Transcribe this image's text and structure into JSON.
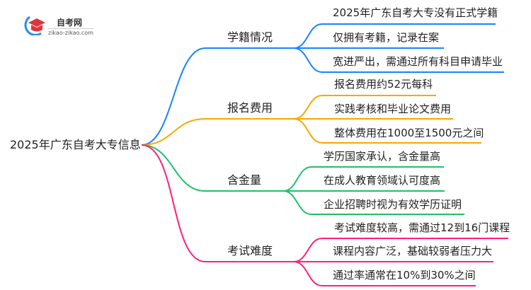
{
  "logo": {
    "name": "自考网",
    "url": "zikao-zikao.com"
  },
  "root": "2025年广东自考大专信息",
  "branches": [
    {
      "label": "学籍情况",
      "color": "#1a82ff",
      "leaves": [
        "2025年广东自考大专没有正式学籍",
        "仅拥有考籍，记录在案",
        "宽进严出，需通过所有科目申请毕业"
      ]
    },
    {
      "label": "报名费用",
      "color": "#f5a800",
      "leaves": [
        "报名费用约52元每科",
        "实践考核和毕业论文费用",
        "整体费用在1000至1500元之间"
      ]
    },
    {
      "label": "含金量",
      "color": "#1fbf6a",
      "leaves": [
        "学历国家承认，含金量高",
        "在成人教育领域认可度高",
        "企业招聘时视为有效学历证明"
      ]
    },
    {
      "label": "考试难度",
      "color": "#ff1f78",
      "leaves": [
        "考试难度较高，需通过12到16门课程",
        "课程内容广泛，基础较弱者压力大",
        "通过率通常在10%到30%之间"
      ]
    }
  ]
}
